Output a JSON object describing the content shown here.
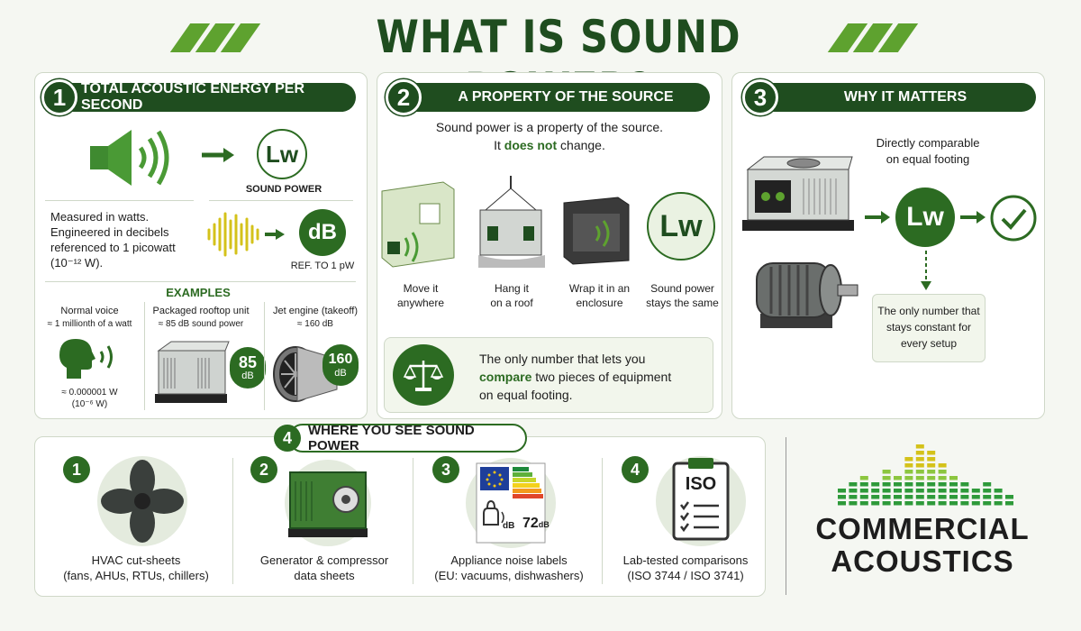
{
  "header": {
    "title": "WHAT IS SOUND POWER?"
  },
  "colors": {
    "dark_green": "#1f4d1f",
    "mid_green": "#2c6b22",
    "light_green": "#5ea22f",
    "yellow": "#d4c21a"
  },
  "section1": {
    "number": "1",
    "heading": "TOTAL ACOUSTIC ENERGY PER SECOND",
    "lw_symbol": "Lw",
    "lw_caption": "SOUND POWER",
    "description": "Measured in watts. Engineered in decibels referenced to 1 picowatt (10⁻¹² W).",
    "db_symbol": "dB",
    "db_caption": "REF. TO 1 pW",
    "examples_heading": "EXAMPLES",
    "examples": [
      {
        "title": "Normal voice",
        "subtitle": "≈ 1 millionth of a watt",
        "value_line1": "≈ 0.000001 W",
        "value_line2": "(10⁻⁶ W)"
      },
      {
        "title": "Packaged rooftop unit",
        "subtitle": "≈ 85 dB sound power",
        "badge_num": "85",
        "badge_unit": "dB"
      },
      {
        "title": "Jet engine (takeoff)",
        "subtitle": "≈ 160 dB",
        "badge_num": "160",
        "badge_unit": "dB"
      }
    ]
  },
  "section2": {
    "number": "2",
    "heading": "A PROPERTY OF THE SOURCE",
    "intro_line1": "Sound power is a property of the source.",
    "intro_it": "It",
    "intro_emph": "does not",
    "intro_end": "change.",
    "scenarios": [
      {
        "line1": "Move it",
        "line2": "anywhere"
      },
      {
        "line1": "Hang it",
        "line2": "on a roof"
      },
      {
        "line1": "Wrap it in an",
        "line2": "enclosure"
      },
      {
        "line1": "Sound power",
        "line2": "stays the same"
      }
    ],
    "lw_symbol": "Lw",
    "note_part1": "The only number that lets you",
    "note_emph": "compare",
    "note_part2": "two pieces of equipment",
    "note_part3": "on equal footing."
  },
  "section3": {
    "number": "3",
    "heading": "WHY IT MATTERS",
    "comparable_line1": "Directly comparable",
    "comparable_line2": "on equal footing",
    "lw_symbol": "Lw",
    "note": "The only number that stays constant for every setup"
  },
  "section4": {
    "number": "4",
    "heading": "WHERE YOU SEE SOUND POWER",
    "items": [
      {
        "num": "1",
        "icon": "fan-icon",
        "line1": "HVAC cut-sheets",
        "line2": "(fans, AHUs, RTUs, chillers)"
      },
      {
        "num": "2",
        "icon": "generator-icon",
        "line1": "Generator & compressor",
        "line2": "data sheets"
      },
      {
        "num": "3",
        "icon": "energy-label-icon",
        "line1": "Appliance noise labels",
        "line2": "(EU: vacuums, dishwashers)",
        "label_db": "dB",
        "label_value": "72",
        "label_unit": "dB"
      },
      {
        "num": "4",
        "icon": "clipboard-icon",
        "line1": "Lab-tested comparisons",
        "line2": "(ISO 3744 / ISO 3741)",
        "clip_text": "ISO"
      }
    ]
  },
  "brand": {
    "line1": "COMMERCIAL",
    "line2": "ACOUSTICS"
  }
}
